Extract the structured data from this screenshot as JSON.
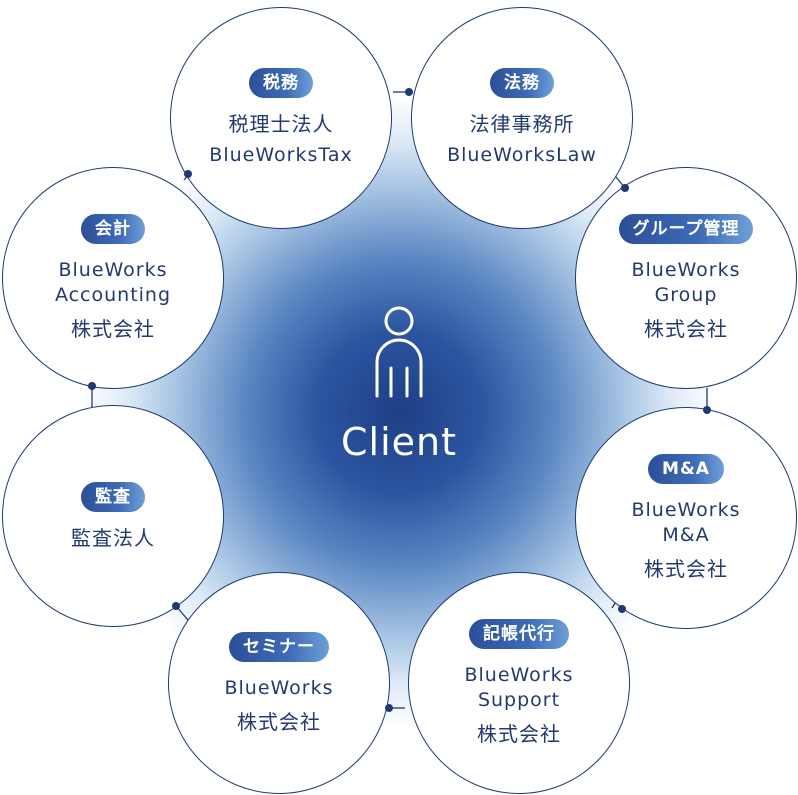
{
  "center": {
    "label": "Client",
    "icon": "person-outline-icon"
  },
  "colors": {
    "navy": "#1f3a72",
    "text": "#233a6e",
    "badge_start": "#2c4f97",
    "badge_end": "#6f9fd6",
    "glow": "#1e3f85"
  },
  "nodes": [
    {
      "badge": "税務",
      "lines": [
        "税理士法人",
        "BlueWorksTax"
      ]
    },
    {
      "badge": "法務",
      "lines": [
        "法律事務所",
        "BlueWorksLaw"
      ]
    },
    {
      "badge": "グループ管理",
      "lines": [
        "BlueWorks",
        "Group",
        "株式会社"
      ]
    },
    {
      "badge": "M&A",
      "lines": [
        "BlueWorks",
        "M&A",
        "株式会社"
      ]
    },
    {
      "badge": "記帳代行",
      "lines": [
        "BlueWorks",
        "Support",
        "株式会社"
      ]
    },
    {
      "badge": "セミナー",
      "lines": [
        "BlueWorks",
        "株式会社"
      ]
    },
    {
      "badge": "監査",
      "lines": [
        "監査法人"
      ]
    },
    {
      "badge": "会計",
      "lines": [
        "BlueWorks",
        "Accounting",
        "株式会社"
      ]
    }
  ]
}
